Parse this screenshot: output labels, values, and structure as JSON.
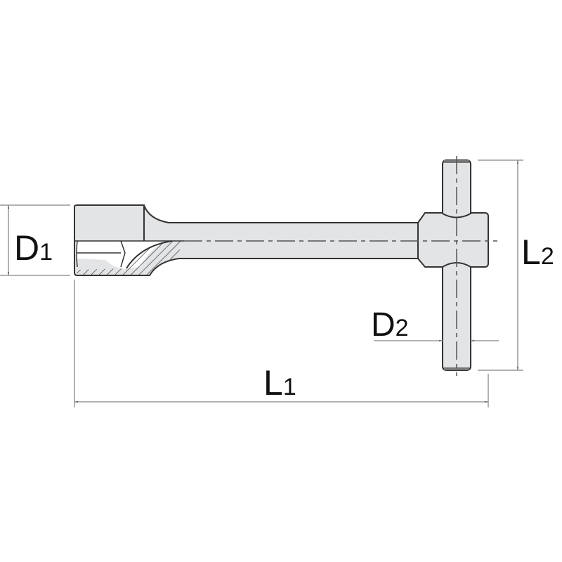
{
  "labels": {
    "d1": {
      "main": "D",
      "sub": "1"
    },
    "d2": {
      "main": "D",
      "sub": "2"
    },
    "l1": {
      "main": "L",
      "sub": "1"
    },
    "l2": {
      "main": "L",
      "sub": "2"
    }
  },
  "colors": {
    "fill": "#e3e4e6",
    "stroke": "#333333",
    "dim": "#888888"
  }
}
